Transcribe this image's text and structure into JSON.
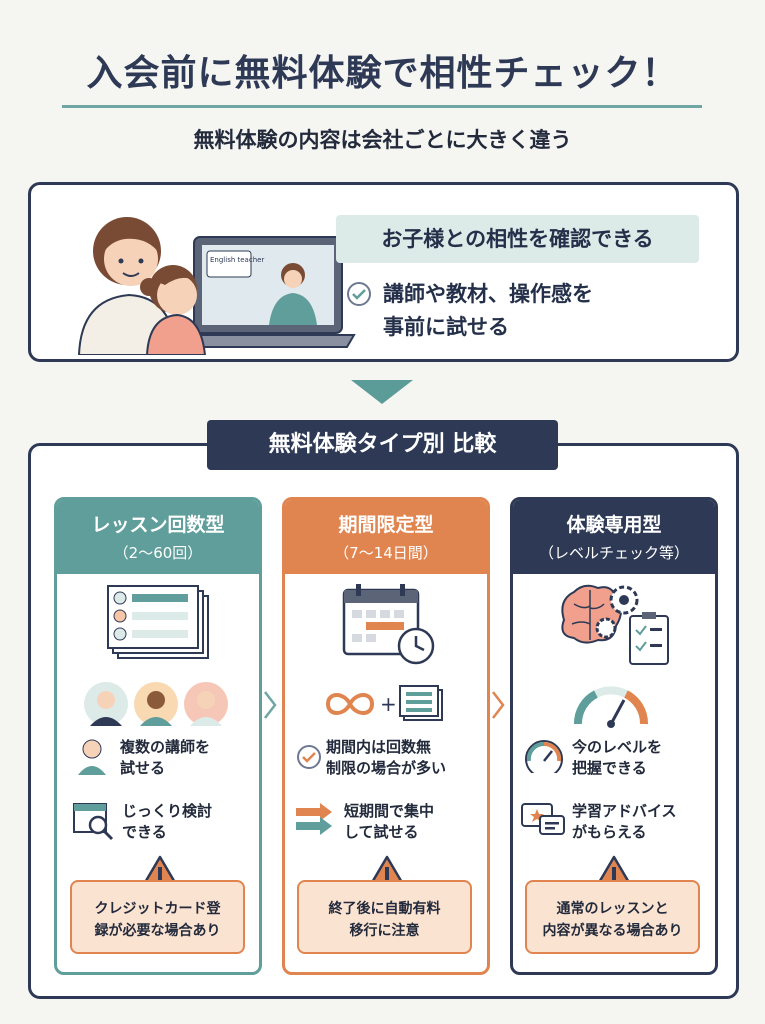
{
  "title": "入会前に無料体験で相性チェック！",
  "subtitle": "無料体験の内容は会社ごとに大きく違う",
  "top": {
    "illustration_caption": "English teacher",
    "heading": "お子様との相性を確認できる",
    "line1": "講師や教材、操作感を",
    "line2": "事前に試せる"
  },
  "compare": {
    "title": "無料体験タイプ別 比較",
    "columns": [
      {
        "name": "レッスン回数型",
        "sub": "（2〜60回）",
        "item1_l1": "複数の講師を",
        "item1_l2": "試せる",
        "item2_l1": "じっくり検討",
        "item2_l2": "できる",
        "warn_l1": "クレジットカード登",
        "warn_l2": "録が必要な場合あり"
      },
      {
        "name": "期間限定型",
        "sub": "（7〜14日間）",
        "item1_l1": "期間内は回数無",
        "item1_l2": "制限の場合が多い",
        "item2_l1": "短期間で集中",
        "item2_l2": "して試せる",
        "warn_l1": "終了後に自動有料",
        "warn_l2": "移行に注意"
      },
      {
        "name": "体験専用型",
        "sub": "（レベルチェック等）",
        "item1_l1": "今のレベルを",
        "item1_l2": "把握できる",
        "item2_l1": "学習アドバイス",
        "item2_l2": "がもらえる",
        "warn_l1": "通常のレッスンと",
        "warn_l2": "内容が異なる場合あり"
      }
    ]
  },
  "colors": {
    "navy": "#2e3a55",
    "teal": "#5f9e9a",
    "orange": "#e08550",
    "warn_fill": "#fbe3d2"
  },
  "icons": {
    "top_illustration": "parent-child-laptop-illustration",
    "check": "check-circle-icon",
    "arrow": "down-arrow-icon",
    "lessons": "numbered-list-stack-icon",
    "teachers": "teacher-avatars-icon",
    "teacher_single": "teacher-icon",
    "calendar_search": "calendar-search-icon",
    "calendar_clock": "calendar-clock-icon",
    "infinity": "infinity-plus-list-icon",
    "clock_check": "clock-check-icon",
    "double_arrow": "double-arrow-icon",
    "brain_gear": "brain-gear-checklist-icon",
    "gauge": "gauge-icon",
    "advice": "advice-chat-icon",
    "warning": "warning-triangle-icon"
  }
}
